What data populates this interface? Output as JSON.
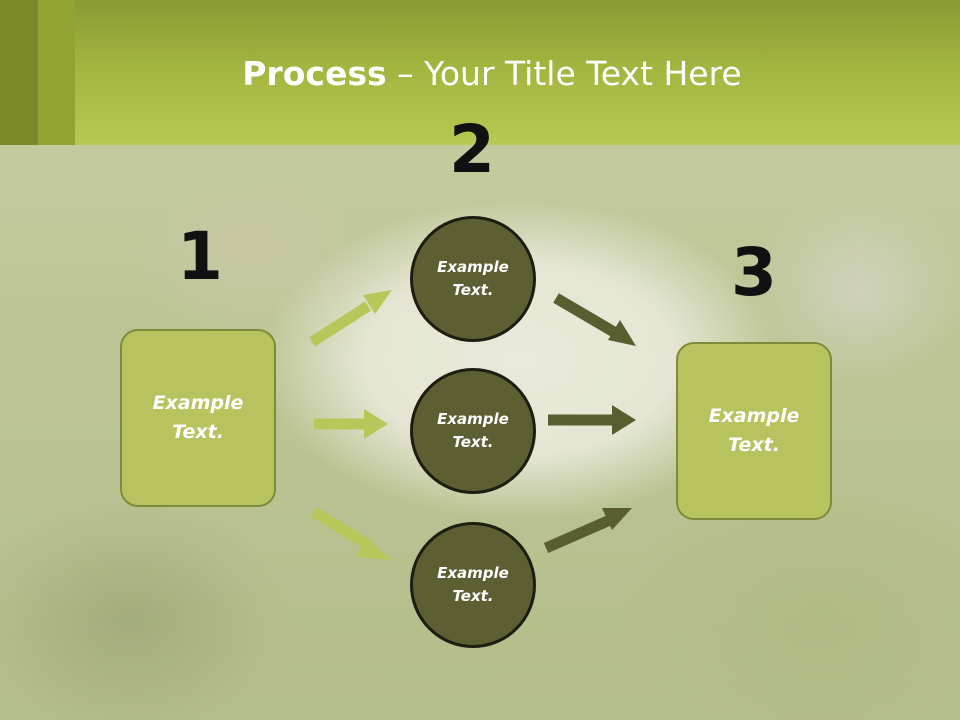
{
  "title": {
    "bold": "Process",
    "rest": " – Your Title Text Here"
  },
  "numbers": {
    "one": "1",
    "two": "2",
    "three": "3"
  },
  "left_box": {
    "line1": "Example",
    "line2": "Text."
  },
  "right_box": {
    "line1": "Example",
    "line2": "Text."
  },
  "circles": [
    {
      "line1": "Example",
      "line2": "Text."
    },
    {
      "line1": "Example",
      "line2": "Text."
    },
    {
      "line1": "Example",
      "line2": "Text."
    }
  ],
  "colors": {
    "header": "#a3b43f",
    "box_fill": "#b8c35f",
    "circle_fill": "#5d5e31",
    "arrow_light": "#b9c75a",
    "arrow_dark": "#5a5d30"
  }
}
